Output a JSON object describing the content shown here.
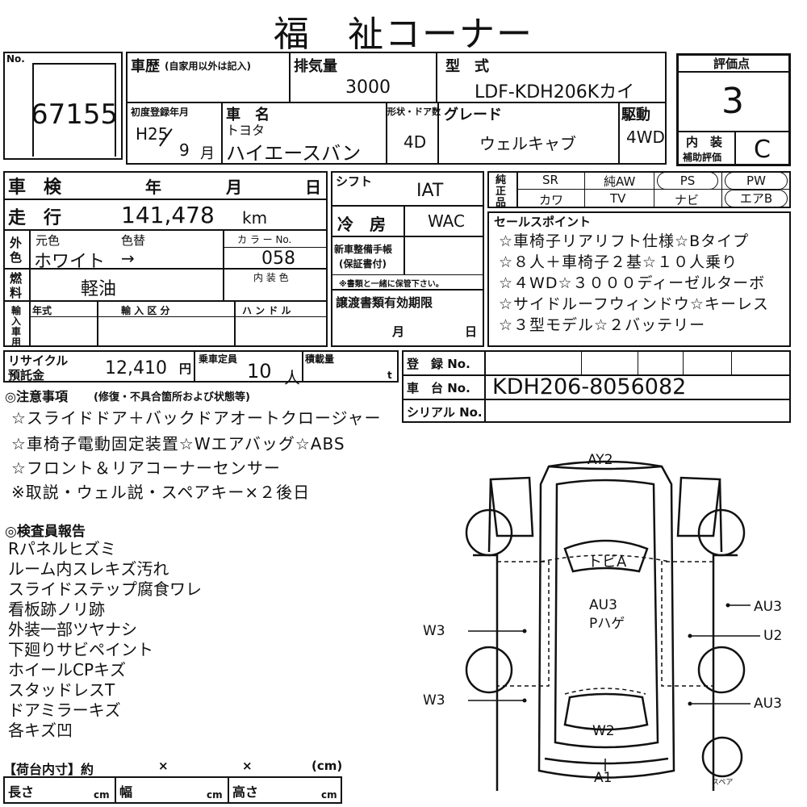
{
  "title": "福　祉コーナー",
  "lot": {
    "label": "No.",
    "number": "67155"
  },
  "history": {
    "label": "車歴",
    "note": "(自家用以外は記入)"
  },
  "displacement": {
    "label": "排気量",
    "value": "3000"
  },
  "model": {
    "label": "型　式",
    "value": "LDF-KDH206Kカイ"
  },
  "first_reg": {
    "label": "初度登録年月",
    "era_year": "H25",
    "month": "9",
    "month_unit": "月"
  },
  "car_name": {
    "label": "車　名",
    "maker": "トヨタ",
    "name": "ハイエースバン"
  },
  "body_doors": {
    "label": "形状・ドア数",
    "value": "4D"
  },
  "grade": {
    "label": "グレード",
    "value": "ウェルキャブ"
  },
  "drive": {
    "label": "駆動",
    "value": "4WD"
  },
  "score": {
    "label": "評価点",
    "value": "3",
    "interior_label_1": "内　装",
    "interior_label_2": "補助評価",
    "interior_value": "C"
  },
  "inspection": {
    "label": "車　検",
    "year": "年",
    "month": "月",
    "day": "日"
  },
  "mileage": {
    "label": "走　行",
    "value": "141,478",
    "unit": "km"
  },
  "color": {
    "side_label_1": "外",
    "side_label_2": "色",
    "orig_label": "元色",
    "change_label": "色替",
    "value": "ホワイト",
    "arrow": "→",
    "code_label": "カ ラ ー No.",
    "code": "058",
    "interior_label": "内 装 色"
  },
  "fuel": {
    "label_1": "燃",
    "label_2": "料",
    "value": "軽油"
  },
  "import": {
    "side_1": "輸",
    "side_2": "入",
    "side_3": "車",
    "side_4": "用",
    "year_label": "年式",
    "class_label": "輸 入 区 分",
    "handle_label": "ハ ン ド ル"
  },
  "shift": {
    "label": "シフト",
    "value": "IAT"
  },
  "ac": {
    "label": "冷　房",
    "value": "WAC"
  },
  "manual": {
    "label_1": "新車整備手帳",
    "label_2": "(保証書付)",
    "note": "※書類と一緒に保管下さい。"
  },
  "transfer": {
    "label": "譲渡書類有効期限",
    "month": "月",
    "day": "日"
  },
  "genuine": {
    "side_1": "純",
    "side_2": "正",
    "side_3": "品"
  },
  "equipment": {
    "sr": "SR",
    "aw": "純AW",
    "ps": "PS",
    "pw": "PW",
    "leather": "カワ",
    "tv": "TV",
    "navi": "ナビ",
    "airbag": "エアB"
  },
  "sales_points": {
    "label": "セールスポイント",
    "lines": [
      "☆車椅子リアリフト仕様☆Bタイプ",
      "☆８人＋車椅子２基☆１０人乗り",
      "☆４WD☆３０００ディーゼルターボ",
      "☆サイドルーフウィンドウ☆キーレス",
      "☆３型モデル☆２バッテリー"
    ]
  },
  "recycle": {
    "label_1": "リサイクル",
    "label_2": "預託金",
    "value": "12,410",
    "unit": "円"
  },
  "capacity": {
    "label": "乗車定員",
    "value": "10",
    "unit": "人"
  },
  "load": {
    "label": "積載量",
    "unit": "t"
  },
  "registration": {
    "label": "登　録 No.",
    "chassis_label": "車　台 No.",
    "chassis": "KDH206-8056082",
    "serial_label": "シリアル No."
  },
  "notes": {
    "header": "◎注意事項",
    "header_sub": "(修復・不具合箇所および状態等)",
    "lines": [
      "☆スライドドア＋バックドアオートクロージャー",
      "☆車椅子電動固定装置☆Wエアバッグ☆ABS",
      "☆フロント＆リアコーナーセンサー",
      "※取説・ウェル説・スペアキー×２後日"
    ]
  },
  "inspector": {
    "header": "◎検査員報告",
    "lines": [
      "Rパネルヒズミ",
      "ルーム内スレキズ汚れ",
      "スライドステップ腐食ワレ",
      "看板跡ノリ跡",
      "外装一部ツヤナシ",
      "下廻りサビペイント",
      "ホイールCPキズ",
      "スタッドレスT",
      "ドアミラーキズ",
      "各キズ凹"
    ]
  },
  "cargo": {
    "label": "【荷台内寸】約",
    "times": "×",
    "unit": "(cm)",
    "length": "長さ",
    "width": "幅",
    "height": "高さ",
    "cm": "cm"
  },
  "diagram": {
    "ay2": "AY2",
    "tobi": "トビA",
    "au3_center": "AU3",
    "phage": "Pハゲ",
    "au3_right_top": "AU3",
    "u2": "U2",
    "au3_right_bottom": "AU3",
    "w3_top": "W3",
    "w3_bottom": "W3",
    "w2": "W2",
    "a1": "A1",
    "spare": "スペア"
  }
}
